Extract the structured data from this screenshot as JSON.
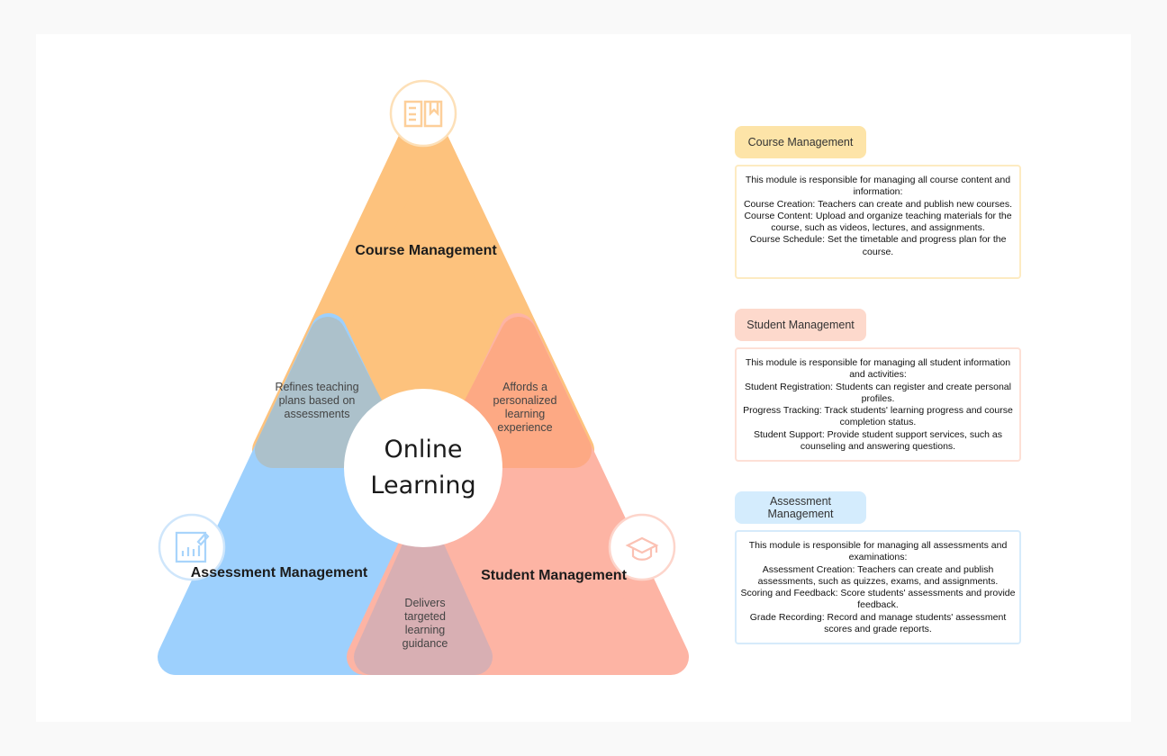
{
  "diagram": {
    "center": [
      "Online",
      "Learning"
    ],
    "sections": [
      {
        "label": "Course Management",
        "icon": "book-icon",
        "color": "#fdc27d"
      },
      {
        "label": "Assessment Management",
        "icon": "chart-pencil-icon",
        "color": "#9dd0fd"
      },
      {
        "label": "Student Management",
        "icon": "graduation-cap-icon",
        "color": "#fdb4a4"
      }
    ],
    "overlaps": [
      {
        "text": "Refines teaching plans based on assessments",
        "color": "#acc1cb"
      },
      {
        "text": "Affords a personalized learning experience",
        "color": "#fda984"
      },
      {
        "text": "Delivers targeted learning guidance",
        "color": "#d8afb3"
      }
    ]
  },
  "modules": [
    {
      "title": "Course Management",
      "pill_color": "#fde4a8",
      "border_color": "#fdebc2",
      "lines": [
        "This module is responsible for managing all course content and information:",
        "Course Creation: Teachers can create and publish new courses.",
        "Course Content: Upload and organize teaching materials for the course, such as videos, lectures, and assignments.",
        "Course Schedule: Set the timetable and progress plan for the course."
      ]
    },
    {
      "title": "Student Management",
      "pill_color": "#fdd9cc",
      "border_color": "#fde0d6",
      "lines": [
        "This module is responsible for managing all student information and activities:",
        "Student Registration: Students can register and create personal profiles.",
        "Progress Tracking: Track students' learning progress and course completion status.",
        "Student Support: Provide student support services, such as counseling and answering questions."
      ]
    },
    {
      "title": "Assessment Management",
      "pill_color": "#d4ecfd",
      "border_color": "#d6ebfb",
      "lines": [
        "This module is responsible for managing all assessments and examinations:",
        "Assessment Creation: Teachers can create and publish assessments, such as quizzes, exams, and assignments.",
        "Scoring and Feedback: Score students' assessments and provide feedback.",
        "Grade Recording: Record and manage students' assessment scores and grade reports."
      ]
    }
  ]
}
